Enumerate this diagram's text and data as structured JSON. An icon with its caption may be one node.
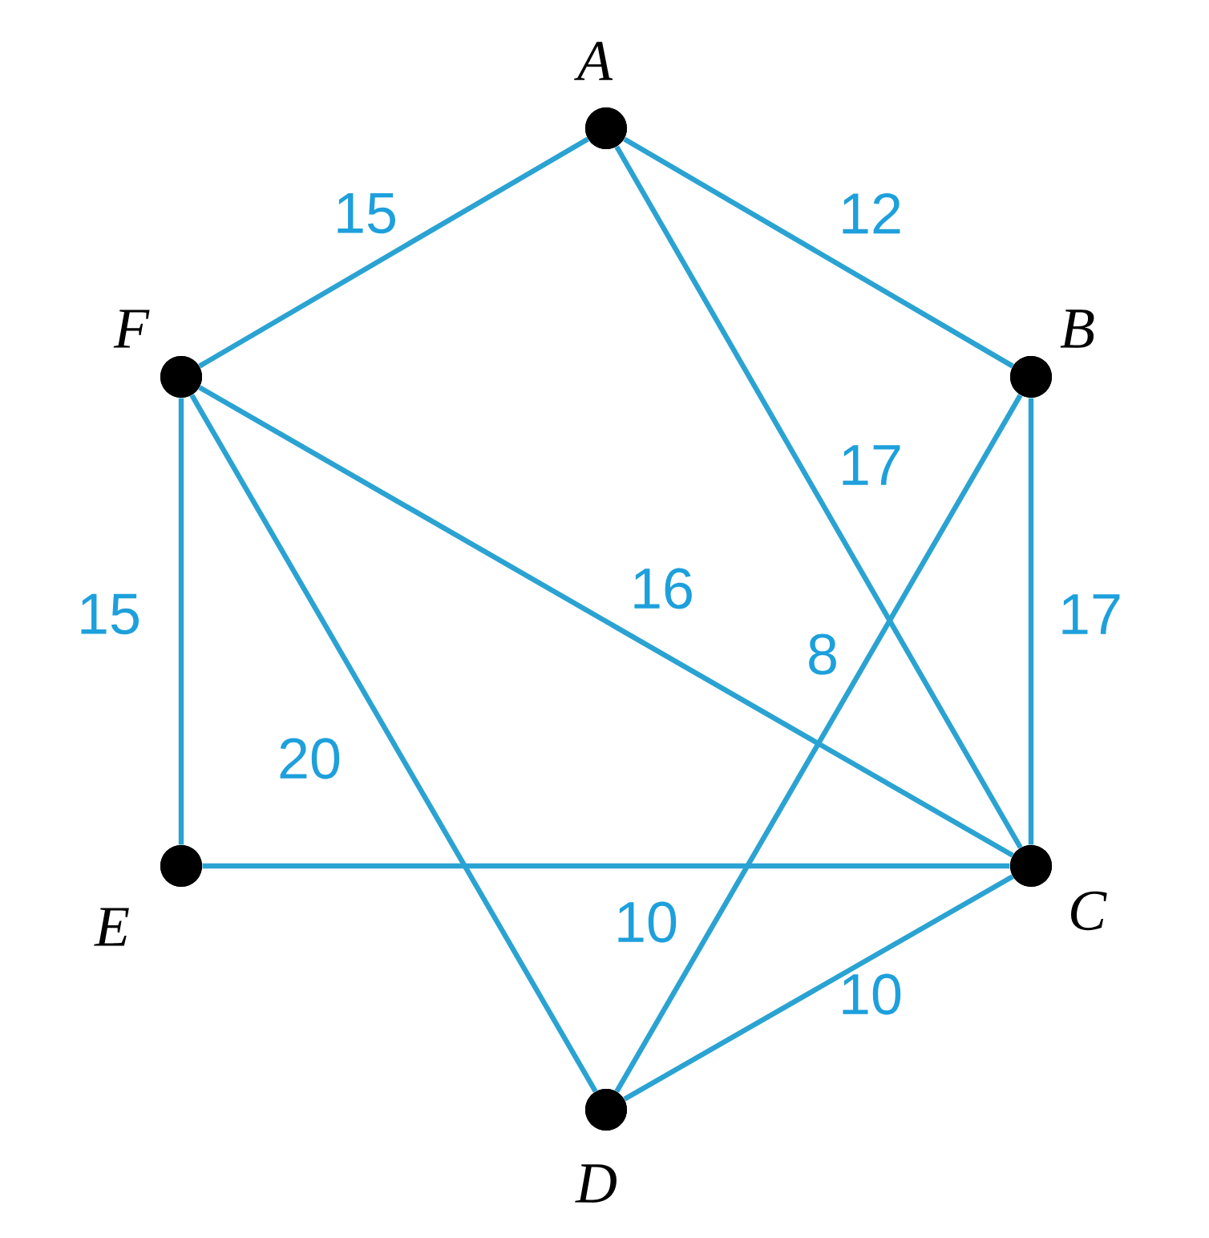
{
  "diagram": {
    "nodes": [
      {
        "text": [
          "A"
        ]
      },
      {
        "text": [
          "B"
        ]
      },
      {
        "text": [
          "C"
        ]
      },
      {
        "text": [
          "D"
        ]
      },
      {
        "text": [
          "E"
        ]
      },
      {
        "text": [
          "F"
        ]
      }
    ],
    "edges": [
      {
        "from": 5,
        "to": 0,
        "arrow": "none",
        "label": "15"
      },
      {
        "from": 0,
        "to": 1,
        "arrow": "none",
        "label": "12"
      },
      {
        "from": 0,
        "to": 2,
        "arrow": "none",
        "label": "17"
      },
      {
        "from": 1,
        "to": 2,
        "arrow": "none",
        "label": "17"
      },
      {
        "from": 1,
        "to": 3,
        "arrow": "none",
        "label": "8"
      },
      {
        "from": 5,
        "to": 2,
        "arrow": "none",
        "label": "16"
      },
      {
        "from": 5,
        "to": 4,
        "arrow": "none",
        "label": "15"
      },
      {
        "from": 5,
        "to": 3,
        "arrow": "none",
        "label": "20"
      },
      {
        "from": 4,
        "to": 2,
        "arrow": "none",
        "label": "10"
      },
      {
        "from": 3,
        "to": 2,
        "arrow": "none",
        "label": "10"
      }
    ]
  }
}
